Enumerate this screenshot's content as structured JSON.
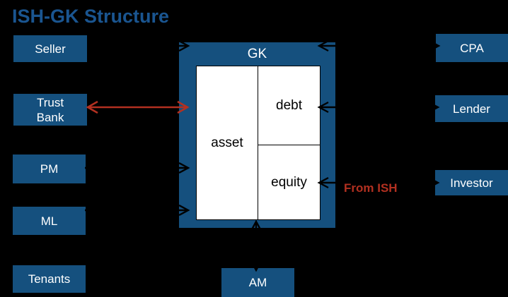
{
  "title": "ISH-GK Structure",
  "diagram": {
    "center_box": {
      "label": "GK",
      "asset_label": "asset",
      "debt_label": "debt",
      "equity_label": "equity"
    },
    "left_nodes": [
      {
        "label": "Seller"
      },
      {
        "label": "Trust\nBank"
      },
      {
        "label": "PM"
      },
      {
        "label": "ML"
      },
      {
        "label": "Tenants"
      }
    ],
    "right_nodes": [
      {
        "label": "CPA"
      },
      {
        "label": "Lender"
      },
      {
        "label": "Investor"
      }
    ],
    "bottom_node": {
      "label": "AM"
    },
    "annotations": {
      "from_ish": "From ISH"
    },
    "connectors": [
      {
        "from": "Seller",
        "to": "GK",
        "heads": "to",
        "color": "#000000"
      },
      {
        "from": "Trust Bank",
        "to": "GK",
        "heads": "both",
        "color": "#B23020"
      },
      {
        "from": "PM",
        "to": "GK",
        "heads": "to",
        "color": "#000000"
      },
      {
        "from": "ML",
        "to": "GK",
        "heads": "to",
        "color": "#000000"
      },
      {
        "from": "CPA",
        "to": "GK",
        "heads": "both",
        "color": "#000000"
      },
      {
        "from": "Lender",
        "to": "GK",
        "heads": "both",
        "color": "#000000"
      },
      {
        "from": "Investor",
        "to": "GK",
        "heads": "both",
        "color": "#000000"
      },
      {
        "from": "AM",
        "to": "GK",
        "heads": "both",
        "color": "#000000"
      }
    ],
    "colors": {
      "background": "#000000",
      "node_fill": "#15507E",
      "node_text": "#FFFFFF",
      "title_text": "#1A5590",
      "inner_fill": "#FFFFFF",
      "inner_text": "#000000",
      "connector_black": "#000000",
      "annotation_red": "#B23020"
    }
  }
}
